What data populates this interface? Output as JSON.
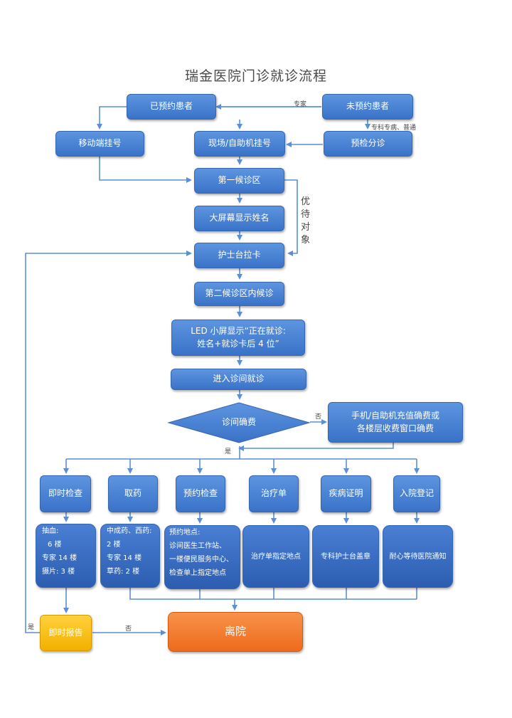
{
  "title": "瑞金医院门诊就诊流程",
  "nodes": {
    "appointed": "已预约患者",
    "not_appointed": "未预约患者",
    "mobile_reg": "移动端挂号",
    "onsite_reg": "现场/自助机挂号",
    "triage": "预检分诊",
    "waiting1": "第一候诊区",
    "screen_name": "大屏幕显示姓名",
    "nurse_card": "护士台拉卡",
    "waiting2": "第二候诊区内候诊",
    "led_line1": "LED 小屏显示“正在就诊:",
    "led_line2": "姓名+就诊卡后 4 位”",
    "enter_room": "进入诊间就诊",
    "confirm_fee": "诊间确费",
    "pay_line1": "手机/自助机充值确费或",
    "pay_line2": "各楼层收费窗口确费",
    "cat_exam": "即时检查",
    "cat_medicine": "取药",
    "cat_appt_exam": "预约检查",
    "cat_treatment": "治疗单",
    "cat_certificate": "疾病证明",
    "cat_admission": "入院登记",
    "detail_exam": [
      "抽血:",
      "6 楼",
      "专家 14 楼",
      "摄片: 3 楼"
    ],
    "detail_medicine": [
      "中成药、西药:",
      "2 楼",
      "专家 14 楼",
      "草药: 2 楼"
    ],
    "detail_appt": [
      "预约地点:",
      "诊间医生工作站、",
      "一楼便民服务中心、",
      "检查单上指定地点"
    ],
    "detail_treatment": "治疗单指定地点",
    "detail_certificate": "专科护士台盖章",
    "detail_admission": "耐心等待医院通知",
    "instant_report": "即时报告",
    "leave": "离院"
  },
  "edge_labels": {
    "expert": "专家",
    "specialty": "专科专病、普通",
    "priority": "优待对象",
    "no_fee": "否",
    "yes_fee": "是",
    "yes_report": "是",
    "no_report": "否"
  },
  "colors": {
    "blue_node": "#3f78cc",
    "line": "#5b8fd6",
    "orange": "#ee6b1c",
    "yellow": "#f2b000"
  }
}
